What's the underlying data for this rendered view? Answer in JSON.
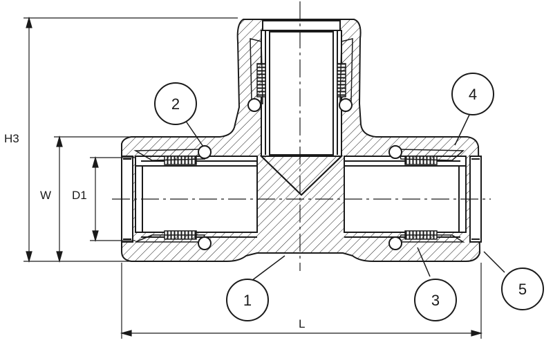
{
  "dimensions": {
    "h3": "H3",
    "w": "W",
    "d1": "D1",
    "l": "L"
  },
  "callouts": [
    "1",
    "2",
    "3",
    "4",
    "5"
  ],
  "colors": {
    "line": "#1a1a1a",
    "hatch": "#1a1a1a",
    "background": "#ffffff"
  }
}
